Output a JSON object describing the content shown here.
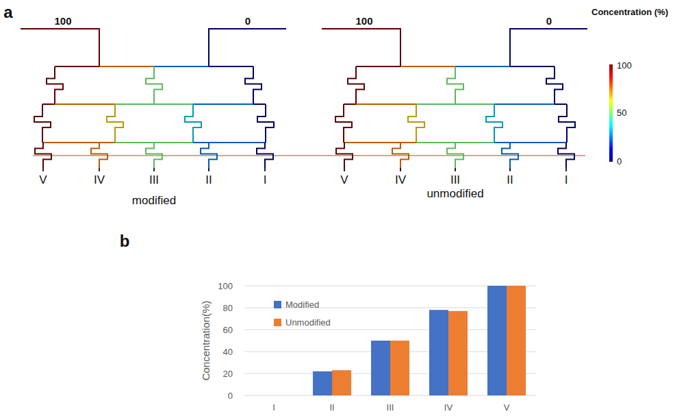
{
  "diagram": {
    "labels": [
      "a",
      "100",
      "0",
      "V",
      "IV",
      "III",
      "II",
      "I",
      "modified",
      "100",
      "0",
      "V",
      "IV",
      "III",
      "II",
      "I",
      "unmodified",
      "Concentration (%)",
      "100",
      "50",
      "0",
      "b",
      "100",
      "80",
      "60",
      "40",
      "20",
      "0",
      "Concentration(%)",
      "I",
      "II",
      "III",
      "IV",
      "V"
    ],
    "legend": [
      {
        "text": "Modified",
        "color": "#4472c4"
      },
      {
        "text": "Unmodified",
        "color": "#ed7d31"
      }
    ]
  }
}
